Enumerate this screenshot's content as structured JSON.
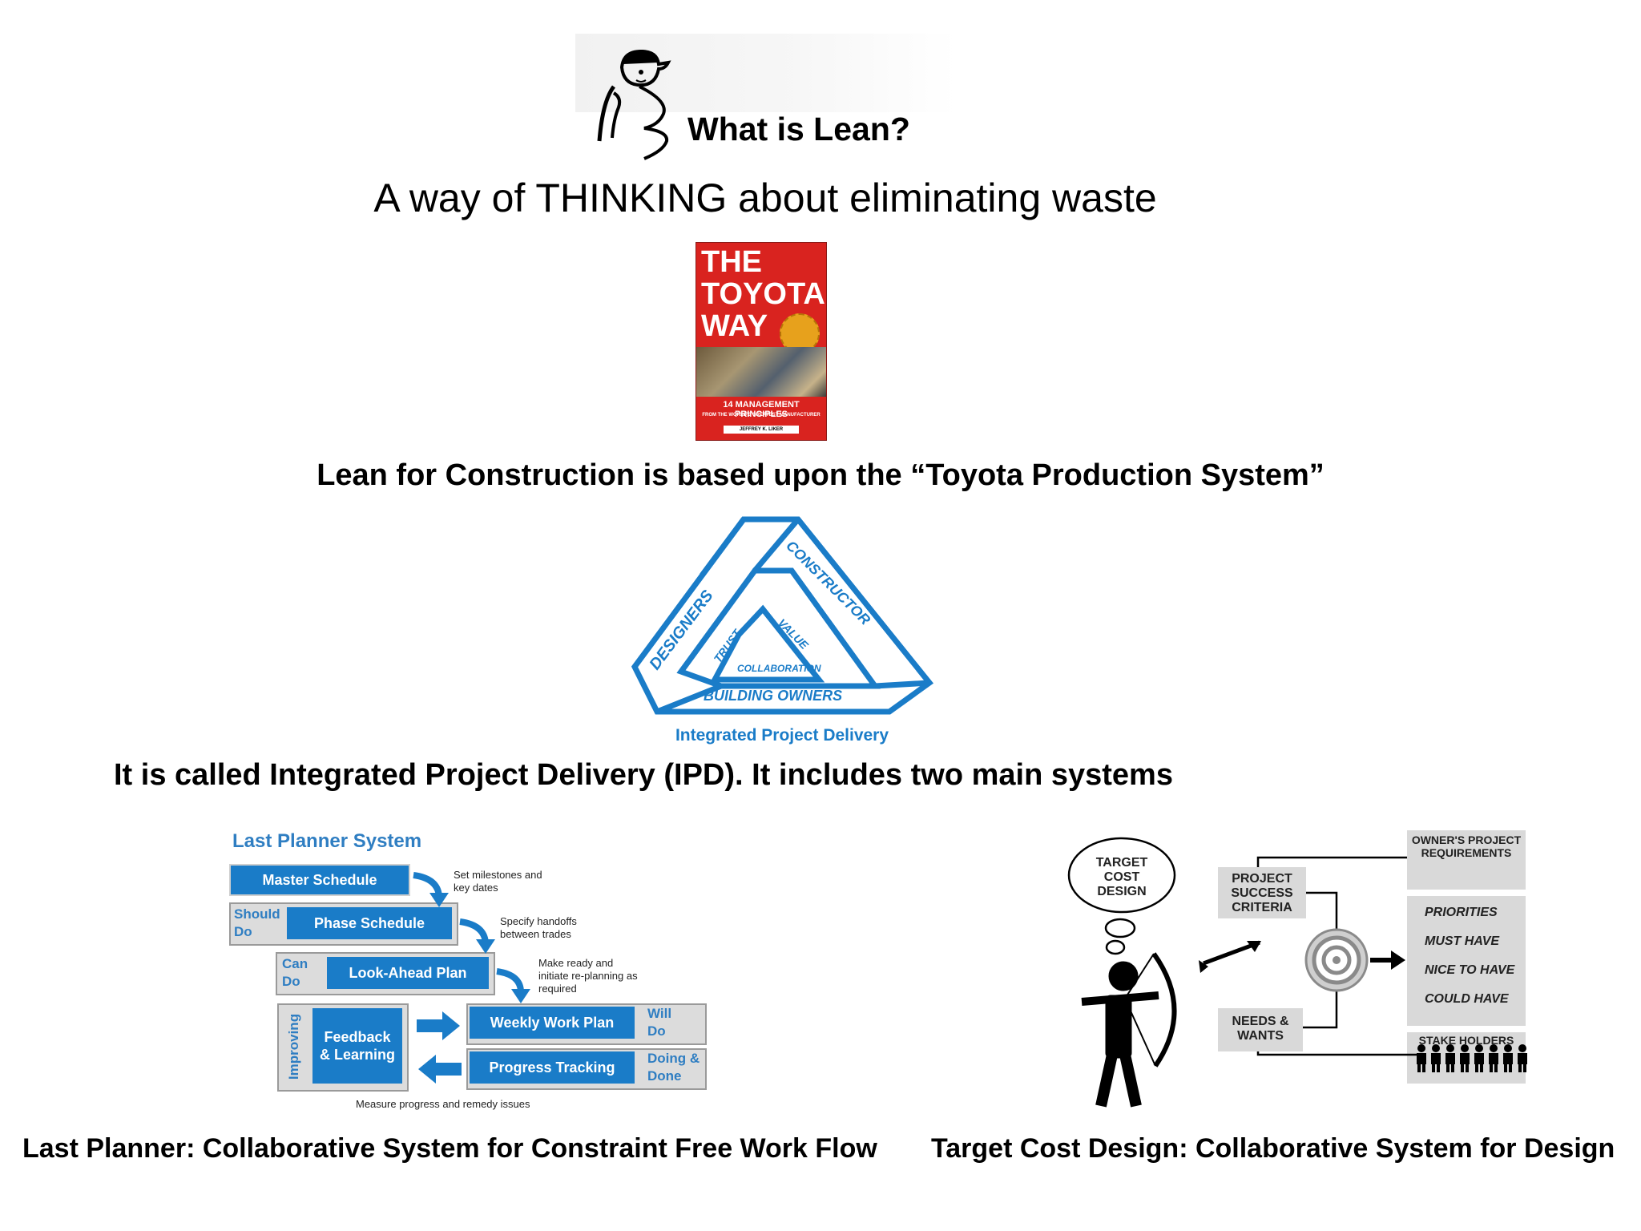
{
  "header": {
    "title": "What is Lean?",
    "subtitle": "A way of THINKING about eliminating waste"
  },
  "book": {
    "title_line1": "THE",
    "title_line2": "TOYOTA",
    "title_line3": "WAY",
    "subtitle": "14 MANAGEMENT PRINCIPLES",
    "tagline": "FROM THE WORLD'S GREATEST MANUFACTURER",
    "author": "JEFFREY K. LIKER",
    "colors": {
      "cover": "#d9231f",
      "seal": "#e7a11c"
    }
  },
  "captions": {
    "tps": "Lean for Construction is based upon the “Toyota Production System”",
    "ipd": "It is called Integrated Project Delivery (IPD). It includes two main systems",
    "last_planner": "Last Planner: Collaborative System for Constraint Free Work Flow",
    "target_cost": "Target Cost Design: Collaborative System for  Design"
  },
  "ipd_logo": {
    "outer_left": "DESIGNERS",
    "outer_right": "CONSTRUCTORS",
    "outer_bottom": "BUILDING OWNERS",
    "inner_left": "TRUST",
    "inner_right": "VALUE",
    "inner_bottom": "COLLABORATION",
    "label": "Integrated Project Delivery",
    "color": "#1a7cc8"
  },
  "last_planner": {
    "title": "Last Planner System",
    "master_schedule": "Master Schedule",
    "phase_schedule": "Phase Schedule",
    "look_ahead": "Look-Ahead Plan",
    "feedback": "Feedback & Learning",
    "weekly_plan": "Weekly Work Plan",
    "progress_tracking": "Progress Tracking",
    "should_do": "Should Do",
    "can_do": "Can Do",
    "will_do": "Will Do",
    "doing_done": "Doing & Done",
    "improving": "Improving",
    "note_milestones": "Set milestones and key dates",
    "note_handoffs": "Specify handoffs between trades",
    "note_ready": "Make ready and initiate re-planning as required",
    "note_measure": "Measure progress and remedy issues",
    "accent": "#1a7cc8"
  },
  "target_cost": {
    "cloud": "TARGET COST DESIGN",
    "owner_req": "OWNER'S PROJECT REQUIREMENTS",
    "success": "PROJECT SUCCESS CRITERIA",
    "needs": "NEEDS & WANTS",
    "priorities": "PRIORITIES",
    "must_have": "MUST HAVE",
    "nice_to_have": "NICE TO HAVE",
    "could_have": "COULD HAVE",
    "stakeholders": "STAKE HOLDERS"
  }
}
